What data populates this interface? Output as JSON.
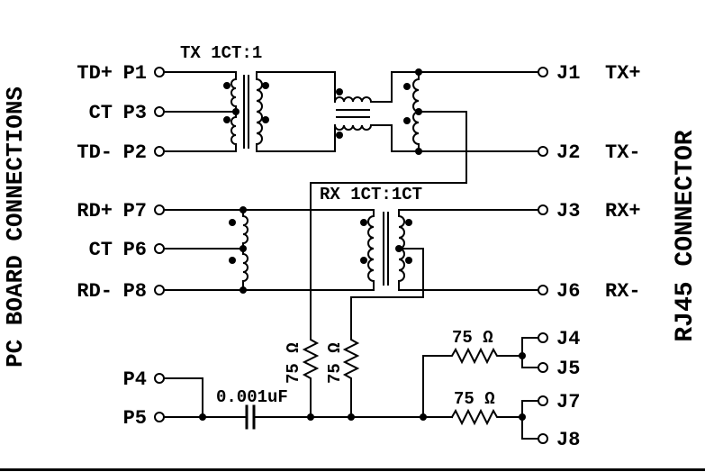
{
  "schematic": {
    "left_header": "PC BOARD CONNECTIONS",
    "right_header": "RJ45 CONNECTOR",
    "left_pins": [
      {
        "signal": "TD+",
        "pin": "P1"
      },
      {
        "signal": "CT",
        "pin": "P3"
      },
      {
        "signal": "TD-",
        "pin": "P2"
      },
      {
        "signal": "RD+",
        "pin": "P7"
      },
      {
        "signal": "CT",
        "pin": "P6"
      },
      {
        "signal": "RD-",
        "pin": "P8"
      },
      {
        "signal": "",
        "pin": "P4"
      },
      {
        "signal": "",
        "pin": "P5"
      }
    ],
    "right_pins": [
      {
        "pin": "J1",
        "signal": "TX+"
      },
      {
        "pin": "J2",
        "signal": "TX-"
      },
      {
        "pin": "J3",
        "signal": "RX+"
      },
      {
        "pin": "J6",
        "signal": "RX-"
      },
      {
        "pin": "J4",
        "signal": ""
      },
      {
        "pin": "J5",
        "signal": ""
      },
      {
        "pin": "J7",
        "signal": ""
      },
      {
        "pin": "J8",
        "signal": ""
      }
    ],
    "labels": {
      "tx_transformer": "TX 1CT:1",
      "rx_transformer": "RX 1CT:1CT",
      "capacitor": "0.001uF"
    },
    "resistors": [
      "75 Ω",
      "75 Ω",
      "75 Ω",
      "75 Ω"
    ],
    "colors": {
      "ink": "#000000",
      "background": "#ffffff"
    }
  }
}
